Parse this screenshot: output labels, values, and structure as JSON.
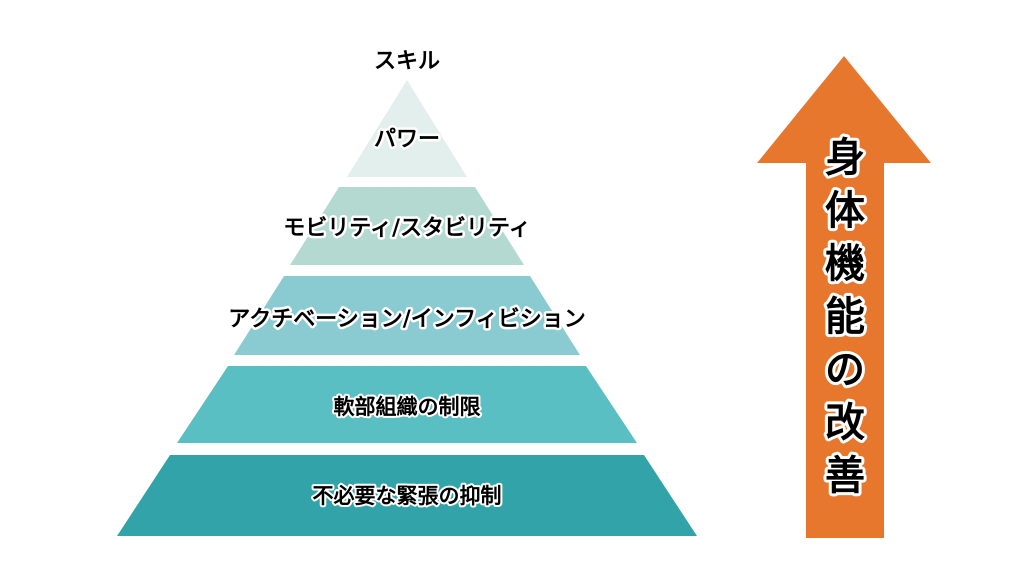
{
  "pyramid": {
    "levels": [
      {
        "label": "スキル",
        "color": "#ffffff",
        "band": "apex-label"
      },
      {
        "label": "パワー",
        "color": "#e2efec"
      },
      {
        "label": "モビリティ/スタビリティ",
        "color": "#b4d9d0"
      },
      {
        "label": "アクチベーション/インフィビション",
        "color": "#8acbd2"
      },
      {
        "label": "軟部組織の制限",
        "color": "#5abfc2"
      },
      {
        "label": "不必要な緊張の抑制",
        "color": "#32a4a9"
      }
    ]
  },
  "arrow": {
    "label_chars": [
      "身",
      "体",
      "機",
      "能",
      "の",
      "改",
      "善"
    ],
    "color": "#e8772e"
  }
}
